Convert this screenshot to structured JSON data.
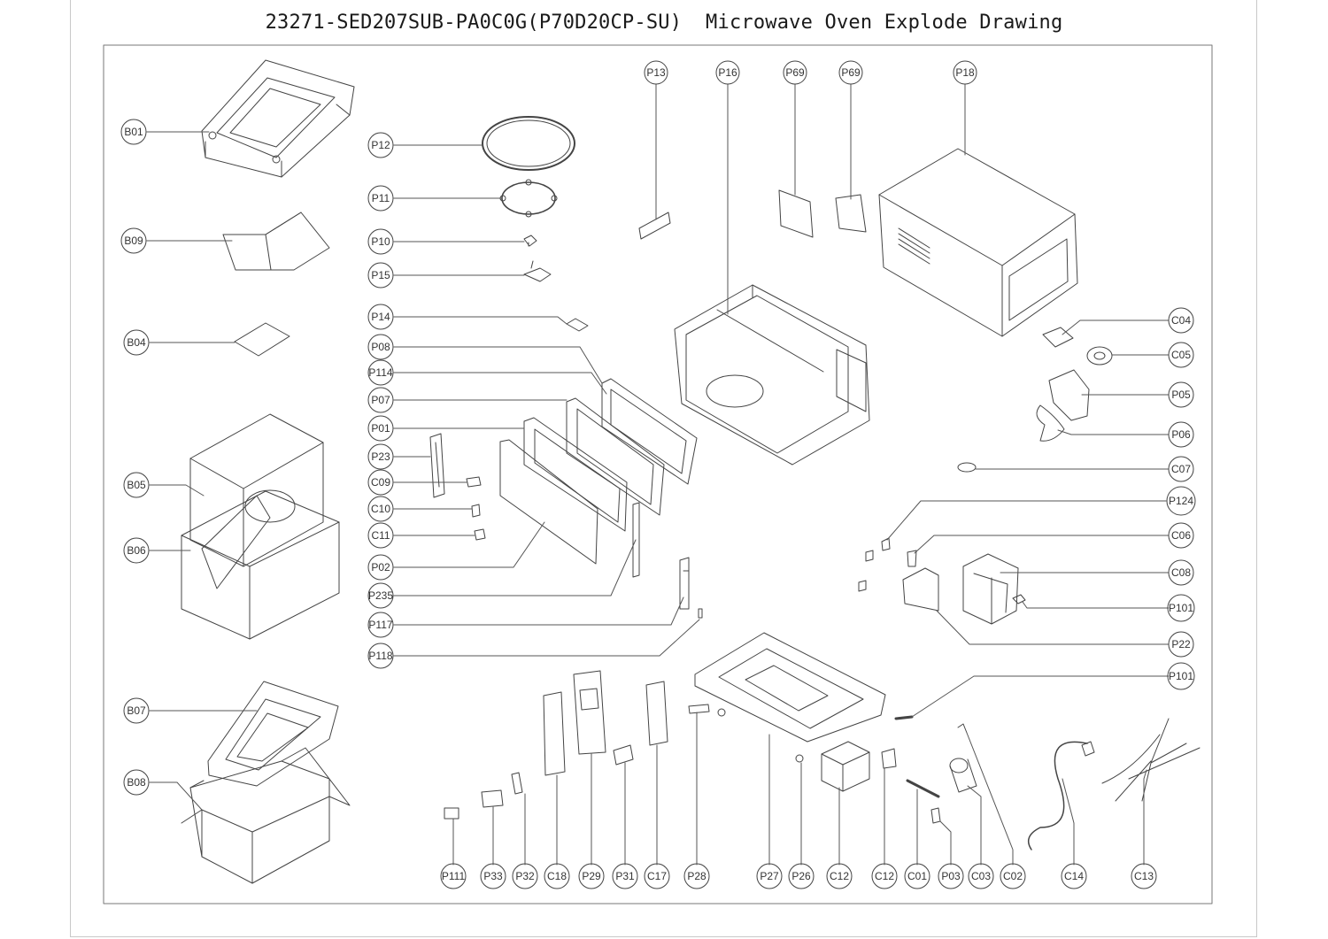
{
  "title": "23271-SED207SUB-PA0C0G(P70D20CP-SU)  Microwave Oven Explode Drawing",
  "labels": {
    "B01": "B01",
    "B09": "B09",
    "B04": "B04",
    "B05": "B05",
    "B06": "B06",
    "B07": "B07",
    "B08": "B08",
    "P12": "P12",
    "P11": "P11",
    "P10": "P10",
    "P15": "P15",
    "P14": "P14",
    "P08": "P08",
    "P114": "P114",
    "P07": "P07",
    "P01": "P01",
    "P23": "P23",
    "C09": "C09",
    "C10": "C10",
    "C11": "C11",
    "P02": "P02",
    "P235": "P235",
    "P117": "P117",
    "P118": "P118",
    "P13": "P13",
    "P16": "P16",
    "P69a": "P69",
    "P69b": "P69",
    "P18": "P18",
    "C04": "C04",
    "C05": "C05",
    "P05": "P05",
    "P06": "P06",
    "C07": "C07",
    "P124": "P124",
    "C06": "C06",
    "C08": "C08",
    "P101a": "P101",
    "P22": "P22",
    "P101b": "P101",
    "P111": "P111",
    "P33": "P33",
    "P32": "P32",
    "C18": "C18",
    "P29": "P29",
    "P31": "P31",
    "C17": "C17",
    "P28": "P28",
    "P27": "P27",
    "P26": "P26",
    "C12a": "C12",
    "C12b": "C12",
    "C01": "C01",
    "P03": "P03",
    "C03": "C03",
    "C02": "C02",
    "C14": "C14",
    "C13": "C13"
  }
}
